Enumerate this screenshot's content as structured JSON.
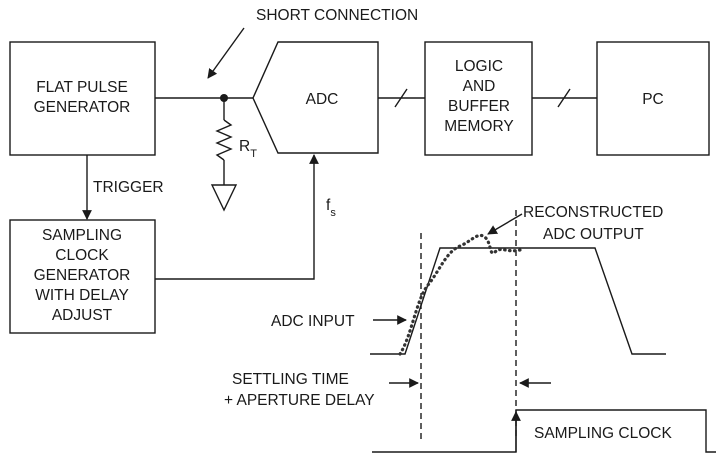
{
  "annotations": {
    "short_connection": "SHORT CONNECTION",
    "trigger": "TRIGGER",
    "fs_main": "f",
    "fs_sub": "s",
    "rt_main": "R",
    "rt_sub": "T",
    "reconstructed_line1": "RECONSTRUCTED",
    "reconstructed_line2": "ADC OUTPUT",
    "adc_input": "ADC INPUT",
    "settling_line1": "SETTLING TIME",
    "settling_line2": "+ APERTURE DELAY",
    "sampling_clock": "SAMPLING CLOCK"
  },
  "blocks": {
    "flat_pulse_generator": [
      "FLAT PULSE",
      "GENERATOR"
    ],
    "adc": "ADC",
    "logic_buffer_memory": [
      "LOGIC",
      "AND",
      "BUFFER",
      "MEMORY"
    ],
    "pc": "PC",
    "sampling_clock_generator": [
      "SAMPLING",
      "CLOCK",
      "GENERATOR",
      "WITH DELAY",
      "ADJUST"
    ]
  }
}
